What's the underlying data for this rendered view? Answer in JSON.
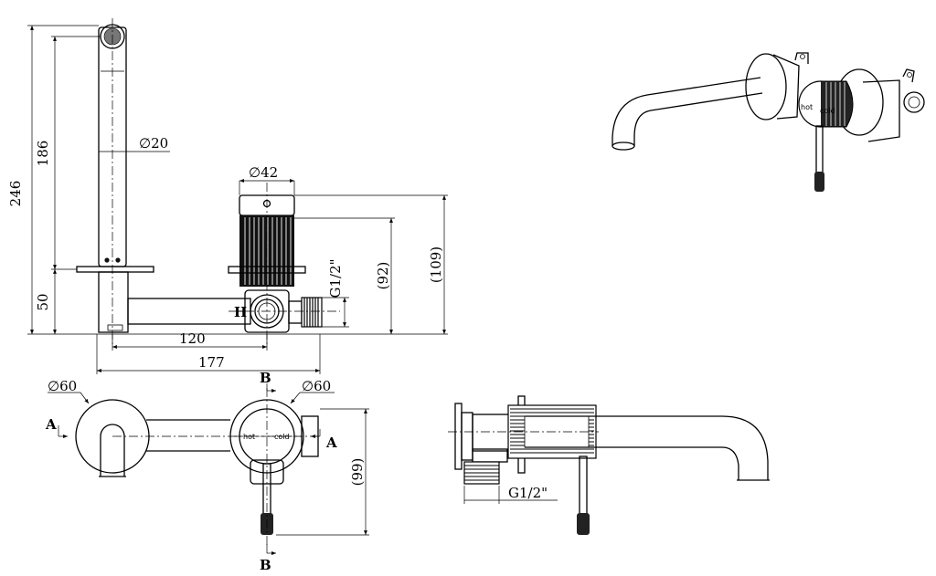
{
  "dimensions": {
    "height_total": "246",
    "height_spout": "186",
    "height_base": "50",
    "dia_spout": "∅20",
    "dia_handle": "∅42",
    "thread_side": "G1/2\"",
    "thread_bottom": "G1/2\"",
    "dim_92": "(92)",
    "dim_109": "(109)",
    "dim_120": "120",
    "dim_177": "177",
    "dia_plate_left": "∅60",
    "dia_plate_right": "∅60",
    "dim_99": "(99)"
  },
  "section_marks": {
    "a_left": "A",
    "a_right": "A",
    "b_top": "B",
    "b_bottom": "B"
  },
  "valve_labels": {
    "h_mark": "H",
    "hot": "hot",
    "cold": "cold",
    "iso_hot": "hot",
    "iso_cold": "cold"
  }
}
